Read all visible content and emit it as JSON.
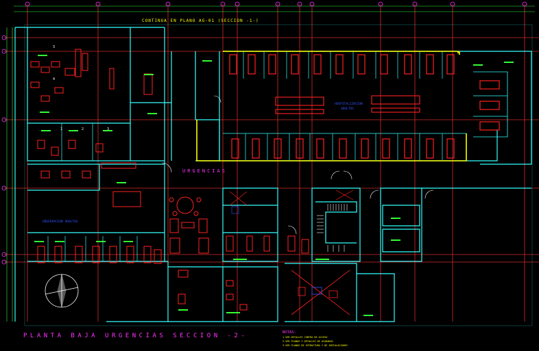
{
  "drawing": {
    "title": "PLANTA BAJA URGENCIAS SECCION -2-",
    "continuation": "CONTINUA EN PLANO AG-01 (SECCION -1-)",
    "section_label": "URGENCIAS",
    "area_labels": [
      "HOSPITALIZACION",
      "ADULTOS",
      "OBSERVACION ADULTOS"
    ],
    "room_numbers": [
      "3",
      "4",
      "1",
      "2",
      "3"
    ],
    "notes": {
      "heading": "NOTAS:",
      "items": [
        "1-VER DETALLES CONTRA DE ACCESO",
        "2-VER PLANOS Y DETALLES DE ACABADOS",
        "3-VER PLANOS DE ESTRUCTURA Y DE INSTALACIONES"
      ]
    }
  },
  "colors": {
    "background": "#000000",
    "grid": "#ff3333",
    "walls": "#33ffff",
    "furniture": "#ff2222",
    "highlight": "#ffff00",
    "labels": "#33ff33",
    "text_accent": "#ff33ff",
    "area_text": "#3355ff"
  }
}
